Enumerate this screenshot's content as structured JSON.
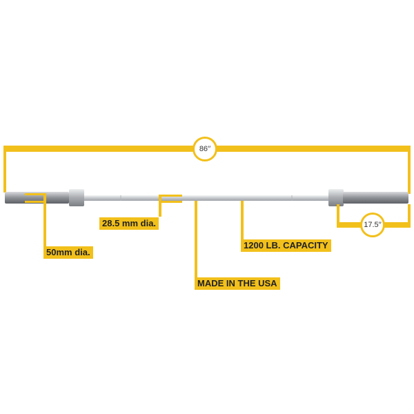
{
  "colors": {
    "accent": "#f2c01b",
    "steel": "#c9ccd0",
    "sleeve": "#8e9196",
    "text": "#222222"
  },
  "dimensions": {
    "overall_length": "86′′",
    "sleeve_length": "17.5′′"
  },
  "callouts": {
    "sleeve_diameter": "50mm dia.",
    "shaft_diameter": "28.5 mm dia.",
    "capacity": "1200 LB. CAPACITY",
    "origin": "MADE IN THE USA"
  }
}
